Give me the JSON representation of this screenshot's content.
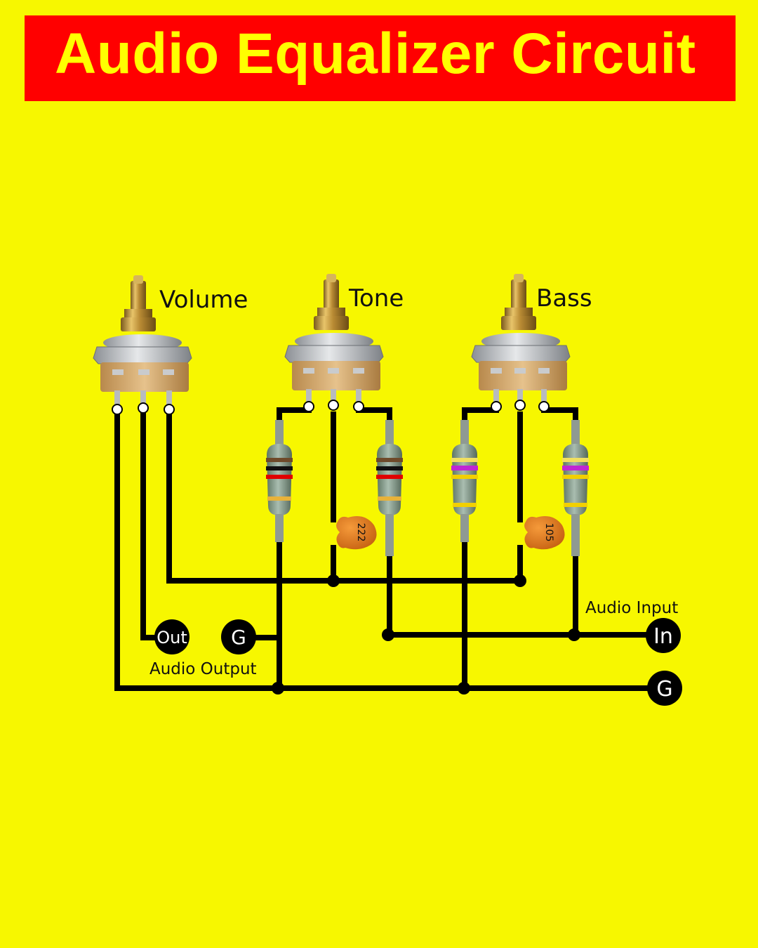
{
  "title": "Audio Equalizer Circuit",
  "potentiometers": [
    {
      "id": "volume",
      "label": "Volume"
    },
    {
      "id": "tone",
      "label": "Tone"
    },
    {
      "id": "bass",
      "label": "Bass"
    }
  ],
  "capacitors": [
    {
      "id": "c1",
      "code": "222"
    },
    {
      "id": "c2",
      "code": "105"
    }
  ],
  "terminals": {
    "out": "Out",
    "ground_left": "G",
    "in": "In",
    "ground_right": "G"
  },
  "labels": {
    "audio_output": "Audio Output",
    "audio_input": "Audio Input"
  },
  "colors": {
    "background": "#f7f700",
    "banner": "#ff0000",
    "title_text": "#ffff00",
    "wire": "#000000"
  }
}
